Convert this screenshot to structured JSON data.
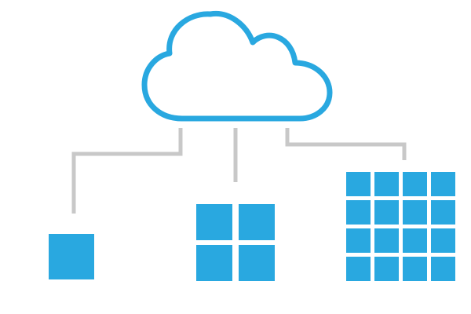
{
  "colors": {
    "accent": "#29a8e0",
    "connector": "#c8c8c8",
    "background": "#ffffff"
  },
  "icons": [
    "cloud-icon"
  ],
  "nodes": [
    {
      "name": "single-block",
      "rows": 1,
      "cols": 1
    },
    {
      "name": "four-block-grid",
      "rows": 2,
      "cols": 2
    },
    {
      "name": "sixteen-block-grid",
      "rows": 4,
      "cols": 4
    }
  ]
}
